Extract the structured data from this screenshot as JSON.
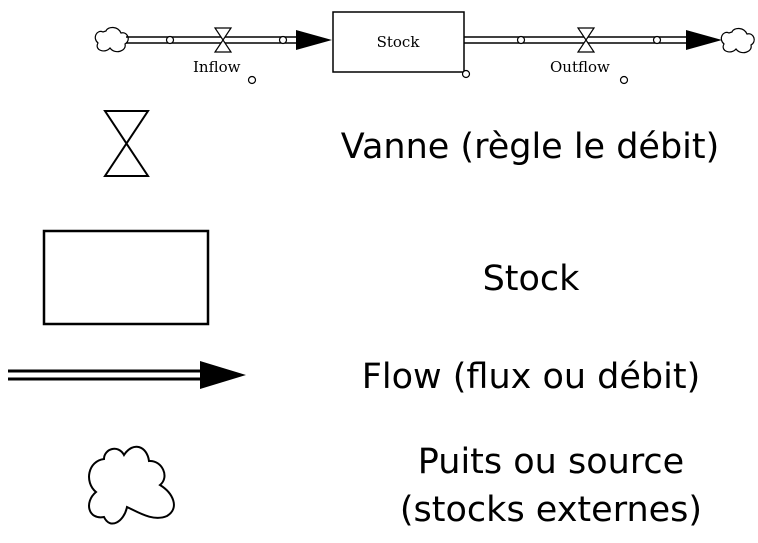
{
  "diagram": {
    "stock_label": "Stock",
    "inflow_label": "Inflow",
    "outflow_label": "Outflow"
  },
  "legend": {
    "valve_label": "Vanne (règle le débit)",
    "stock_label": "Stock",
    "flow_label": "Flow (flux ou débit)",
    "cloud_label_line1": "Puits ou source",
    "cloud_label_line2": "(stocks externes)"
  },
  "colors": {
    "ink": "#000000",
    "background": "#ffffff"
  }
}
